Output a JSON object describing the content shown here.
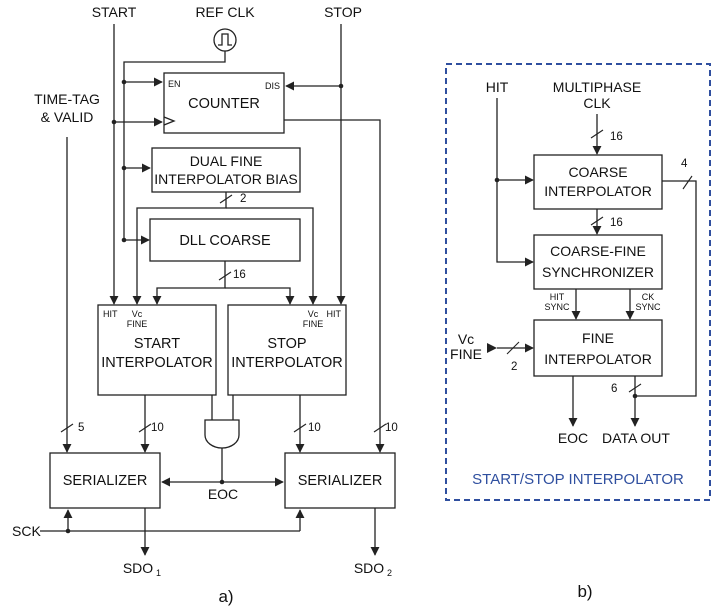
{
  "figure_a": {
    "caption": "a)",
    "inputs": {
      "start": "START",
      "ref_clk": "REF CLK",
      "stop": "STOP",
      "time_tag_1": "TIME-TAG",
      "time_tag_2": "& VALID",
      "sck": "SCK"
    },
    "counter": {
      "label": "COUNTER",
      "en": "EN",
      "dis": "DIS"
    },
    "bias": {
      "line1": "DUAL FINE",
      "line2": "INTERPOLATOR BIAS"
    },
    "dll": {
      "label": "DLL COARSE"
    },
    "start_interp": {
      "line1": "START",
      "line2": "INTERPOLATOR",
      "hit": "HIT",
      "vc": "Vc",
      "fine": "FINE"
    },
    "stop_interp": {
      "line1": "STOP",
      "line2": "INTERPOLATOR",
      "hit": "HIT",
      "vc": "Vc",
      "fine": "FINE"
    },
    "serializer_left": "SERIALIZER",
    "serializer_right": "SERIALIZER",
    "eoc": "EOC",
    "sdo1": {
      "base": "SDO",
      "sub": "1"
    },
    "sdo2": {
      "base": "SDO",
      "sub": "2"
    },
    "bus_widths": {
      "bias": "2",
      "dll": "16",
      "tt": "5",
      "start_out": "10",
      "stop_out": "10",
      "counter_out": "10"
    }
  },
  "figure_b": {
    "caption": "b)",
    "title": "START/STOP INTERPOLATOR",
    "hit": "HIT",
    "mclk_1": "MULTIPHASE",
    "mclk_2": "CLK",
    "coarse": {
      "line1": "COARSE",
      "line2": "INTERPOLATOR"
    },
    "sync": {
      "line1": "COARSE-FINE",
      "line2": "SYNCHRONIZER",
      "hit_sync_1": "HIT",
      "hit_sync_2": "SYNC",
      "ck_sync_1": "CK",
      "ck_sync_2": "SYNC"
    },
    "fine": {
      "line1": "FINE",
      "line2": "INTERPOLATOR"
    },
    "vc": "Vc",
    "vc_fine": "FINE",
    "eoc": "EOC",
    "data_out": "DATA OUT",
    "bus_widths": {
      "mclk": "16",
      "coarse_out": "16",
      "coarse_side": "4",
      "vc": "2",
      "fine_out": "6"
    }
  }
}
